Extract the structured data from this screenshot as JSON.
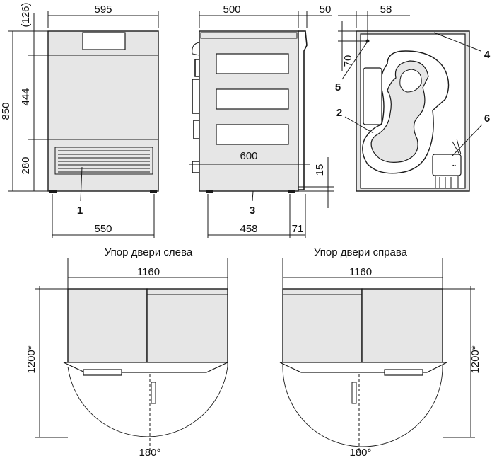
{
  "front_view": {
    "width": "595",
    "top_offset": "(126)",
    "height_total": "850",
    "height_mid": "444",
    "height_low": "280",
    "depth_feet": "550",
    "callout_1": "1"
  },
  "side_view": {
    "depth": "500",
    "rear_gap": "50",
    "depth_open": "600",
    "depth_feet": "458",
    "rear_offset": "71",
    "foot_height": "15",
    "callout_3": "3"
  },
  "rear_view": {
    "offset_top": "58",
    "offset_down": "70",
    "callouts": [
      "4",
      "5",
      "2",
      "6"
    ]
  },
  "plan_left": {
    "caption": "Упор двери слева",
    "width": "1160",
    "height": "1200*",
    "angle": "180°"
  },
  "plan_right": {
    "caption": "Упор двери справа",
    "width": "1160",
    "height": "1200*",
    "angle": "180°"
  }
}
